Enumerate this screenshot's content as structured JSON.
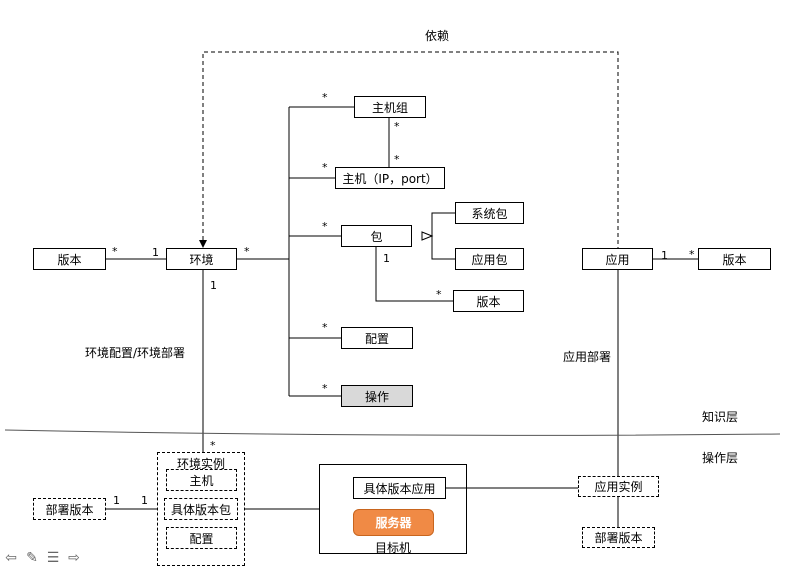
{
  "labels": {
    "dependency": "依赖",
    "env_config_deploy": "环境配置/环境部署",
    "app_deploy": "应用部署",
    "knowledge_layer": "知识层",
    "operation_layer": "操作层"
  },
  "boxes": {
    "version_left": "版本",
    "environment": "环境",
    "host_group": "主机组",
    "host": "主机（IP，port）",
    "package": "包",
    "system_package": "系统包",
    "app_package": "应用包",
    "pkg_version": "版本",
    "config": "配置",
    "operation": "操作",
    "application": "应用",
    "version_right": "版本",
    "env_instance": "环境实例",
    "inst_host": "主机",
    "inst_pkg": "具体版本包",
    "inst_config": "配置",
    "deploy_version_left": "部署版本",
    "concrete_app": "具体版本应用",
    "server": "服务器",
    "target_machine": "目标机",
    "app_instance": "应用实例",
    "deploy_version_bottom": "部署版本"
  },
  "multiplicities": {
    "m_star": "*",
    "m_one": "1"
  },
  "nav_icons": [
    "arrow-left-icon",
    "pencil-icon",
    "menu-icon",
    "arrow-right-icon"
  ]
}
